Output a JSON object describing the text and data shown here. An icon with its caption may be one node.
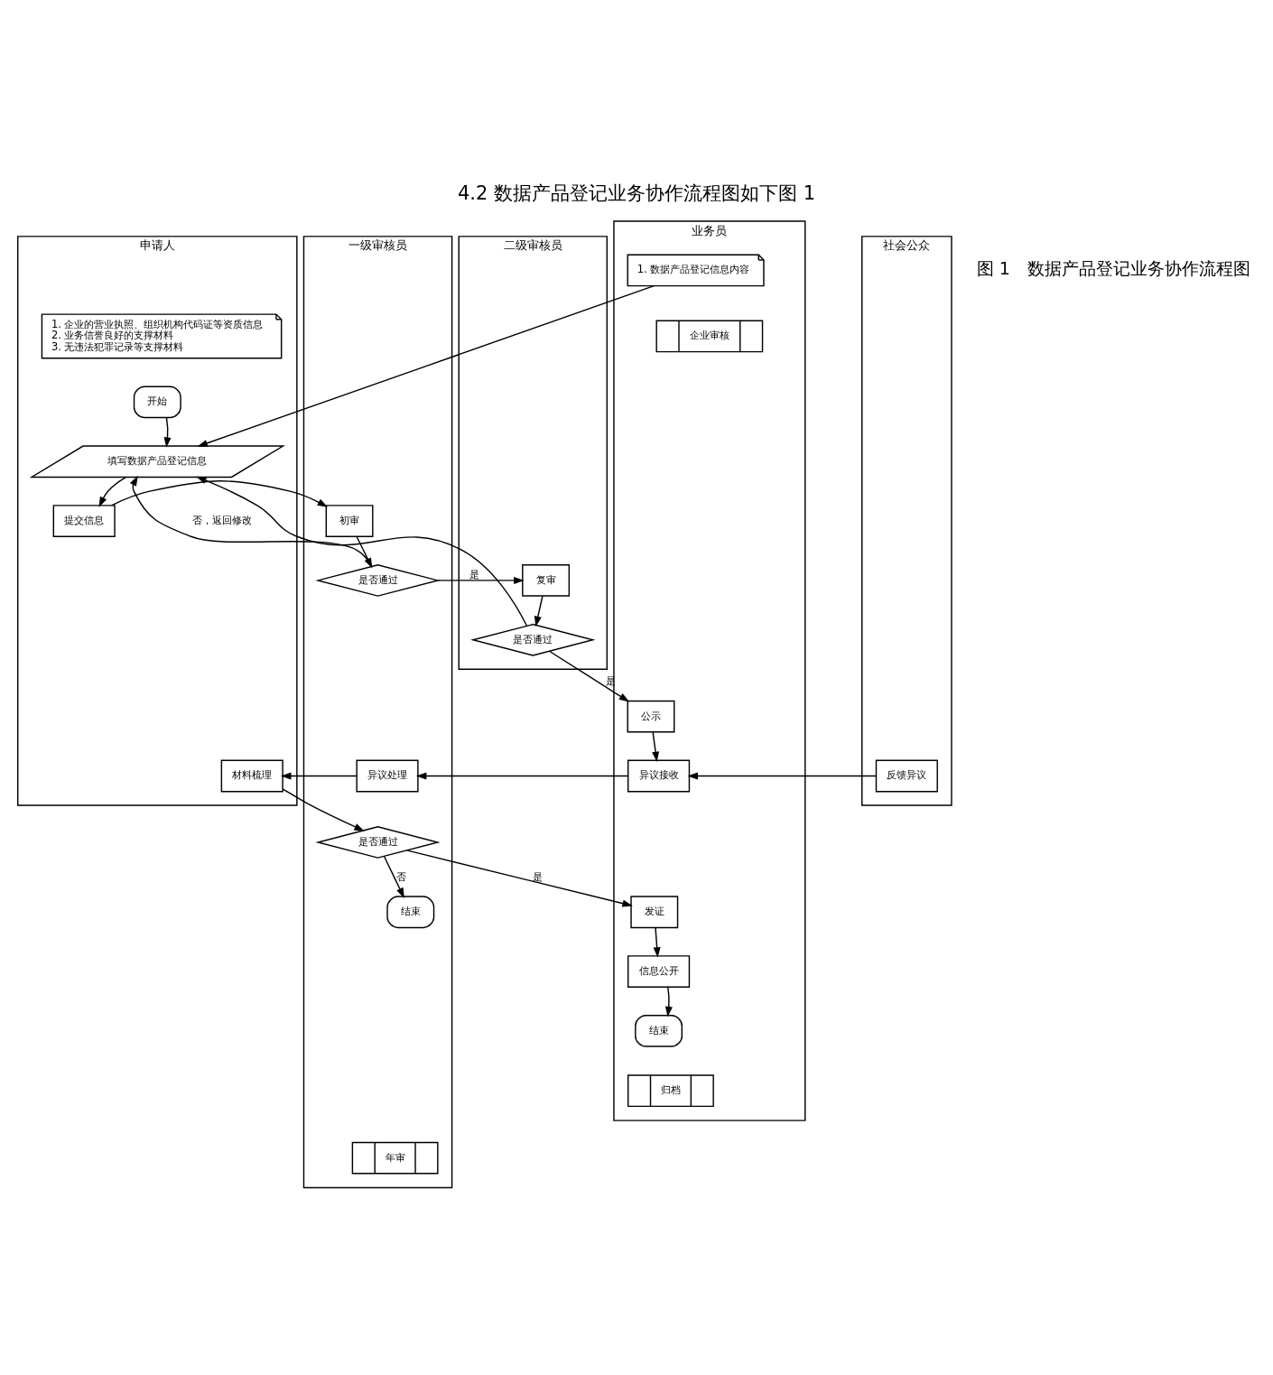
{
  "diagram": {
    "title": "4.2 数据产品登记业务协作流程图如下图 1",
    "caption": "图 1　数据产品登记业务协作流程图",
    "nodes": [
      {
        "text": [
          "申请人"
        ]
      },
      {
        "text": [
          "一级审核员"
        ]
      },
      {
        "text": [
          "二级审核员"
        ]
      },
      {
        "text": [
          "业务员"
        ]
      },
      {
        "text": [
          "社会公众"
        ]
      },
      {
        "text": [
          "1. 企业的营业执照、组织机构代码证等资质信息",
          "2. 业务信誉良好的支撑材料",
          "3. 无违法犯罪记录等支撑材料"
        ],
        "in": 0
      },
      {
        "text": [
          "企业审核"
        ],
        "in": 3
      },
      {
        "text": [
          "开始"
        ],
        "in": 0
      },
      {
        "text": [
          "填写数据产品登记信息"
        ],
        "in": 0
      },
      {
        "text": [
          "1. 数据产品登记信息内容"
        ],
        "in": 3
      },
      {
        "text": [
          "提交信息"
        ],
        "in": 0
      },
      {
        "text": [
          "初审"
        ],
        "in": 1
      },
      {
        "text": [
          "是否通过"
        ],
        "in": 1
      },
      {
        "text": [
          "复审"
        ],
        "in": 2
      },
      {
        "text": [
          "是否通过"
        ],
        "in": 2
      },
      {
        "text": [
          "公示"
        ],
        "in": 3
      },
      {
        "text": [
          "材料梳理"
        ],
        "in": 0
      },
      {
        "text": [
          "异议处理"
        ],
        "in": 1
      },
      {
        "text": [
          "异议接收"
        ],
        "in": 3
      },
      {
        "text": [
          "反馈异议"
        ],
        "in": 4
      },
      {
        "text": [
          "是否通过"
        ],
        "in": 1
      },
      {
        "text": [
          "结束"
        ],
        "in": 1
      },
      {
        "text": [
          "发证"
        ],
        "in": 3
      },
      {
        "text": [
          "信息公开"
        ],
        "in": 3
      },
      {
        "text": [
          "结束"
        ],
        "in": 3
      },
      {
        "text": [
          "归档"
        ],
        "in": 3
      },
      {
        "text": [
          "年审"
        ],
        "in": 1
      }
    ],
    "edges": [
      {
        "from": 7,
        "to": 8,
        "arrow": "to"
      },
      {
        "from": 9,
        "to": 8,
        "arrow": "to"
      },
      {
        "from": 8,
        "to": 10,
        "arrow": "to"
      },
      {
        "from": 10,
        "to": 11,
        "arrow": "to"
      },
      {
        "from": 11,
        "to": 12,
        "arrow": "to"
      },
      {
        "from": 12,
        "to": 8,
        "arrow": "to",
        "label": "否，返回修改"
      },
      {
        "from": 12,
        "to": 13,
        "arrow": "to",
        "label": "是"
      },
      {
        "from": 13,
        "to": 14,
        "arrow": "to"
      },
      {
        "from": 14,
        "to": 8,
        "arrow": "to"
      },
      {
        "from": 14,
        "to": 15,
        "arrow": "to",
        "label": "是"
      },
      {
        "from": 15,
        "to": 18,
        "arrow": "to"
      },
      {
        "from": 19,
        "to": 18,
        "arrow": "to"
      },
      {
        "from": 18,
        "to": 17,
        "arrow": "to"
      },
      {
        "from": 17,
        "to": 16,
        "arrow": "to"
      },
      {
        "from": 16,
        "to": 20,
        "arrow": "to"
      },
      {
        "from": 20,
        "to": 21,
        "arrow": "to",
        "label": "否"
      },
      {
        "from": 20,
        "to": 22,
        "arrow": "to",
        "label": "是"
      },
      {
        "from": 22,
        "to": 23,
        "arrow": "to"
      },
      {
        "from": 23,
        "to": 24,
        "arrow": "to"
      }
    ]
  }
}
